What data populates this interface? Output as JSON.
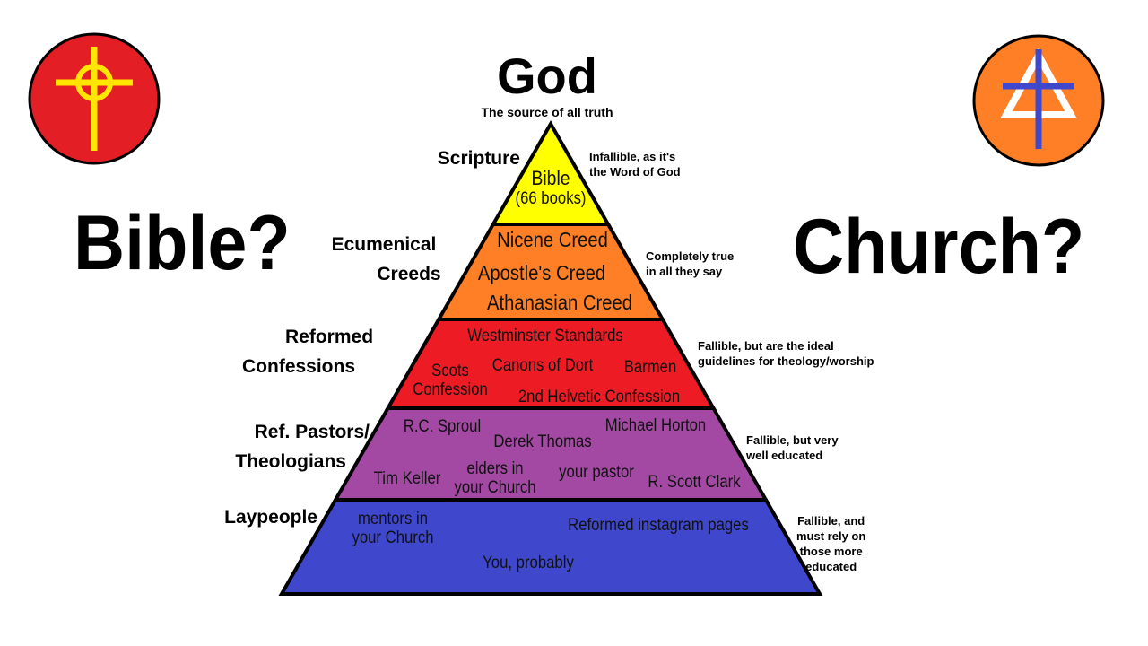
{
  "header": {
    "title": "God",
    "subtitle": "The source of all truth"
  },
  "questions": {
    "left": "Bible?",
    "right": "Church?"
  },
  "emblems": {
    "left": {
      "icon": "celtic-cross-icon",
      "bg": "#e31e24",
      "fg": "#ffe600"
    },
    "right": {
      "icon": "cross-triangle-icon",
      "bg": "#ff7f27",
      "fg": "#3f48cc"
    }
  },
  "tiers": [
    {
      "category": [
        "Scripture"
      ],
      "color": "#ffff00",
      "items": [
        {
          "lines": [
            "Bible",
            "(66 books)"
          ]
        }
      ],
      "note": [
        "Infallible, as it's",
        "the Word of God"
      ]
    },
    {
      "category": [
        "Ecumenical",
        "Creeds"
      ],
      "color": "#ff7f27",
      "items": [
        {
          "lines": [
            "Nicene Creed"
          ]
        },
        {
          "lines": [
            "Apostle's Creed"
          ]
        },
        {
          "lines": [
            "Athanasian Creed"
          ]
        }
      ],
      "note": [
        "Completely true",
        "in all they say"
      ]
    },
    {
      "category": [
        "Reformed",
        "Confessions"
      ],
      "color": "#ed1c24",
      "items": [
        {
          "lines": [
            "Westminster Standards"
          ]
        },
        {
          "lines": [
            "Canons of Dort"
          ]
        },
        {
          "lines": [
            "Barmen"
          ]
        },
        {
          "lines": [
            "Scots",
            "Confession"
          ]
        },
        {
          "lines": [
            "2nd Helvetic Confession"
          ]
        }
      ],
      "note": [
        "Fallible, but are the ideal",
        "guidelines for theology/worship"
      ]
    },
    {
      "category": [
        "Ref. Pastors/",
        "Theologians"
      ],
      "color": "#a349a4",
      "items": [
        {
          "lines": [
            "R.C. Sproul"
          ]
        },
        {
          "lines": [
            "Michael Horton"
          ]
        },
        {
          "lines": [
            "Derek Thomas"
          ]
        },
        {
          "lines": [
            "Tim Keller"
          ]
        },
        {
          "lines": [
            "elders in",
            "your Church"
          ]
        },
        {
          "lines": [
            "your pastor"
          ]
        },
        {
          "lines": [
            "R. Scott Clark"
          ]
        }
      ],
      "note": [
        "Fallible, but very",
        "well educated"
      ]
    },
    {
      "category": [
        "Laypeople"
      ],
      "color": "#3f48cc",
      "items": [
        {
          "lines": [
            "mentors in",
            "your Church"
          ]
        },
        {
          "lines": [
            "Reformed instagram pages"
          ]
        },
        {
          "lines": [
            "You, probably"
          ]
        }
      ],
      "note": [
        "Fallible, and",
        "must rely on",
        "those more",
        "educated"
      ]
    }
  ]
}
